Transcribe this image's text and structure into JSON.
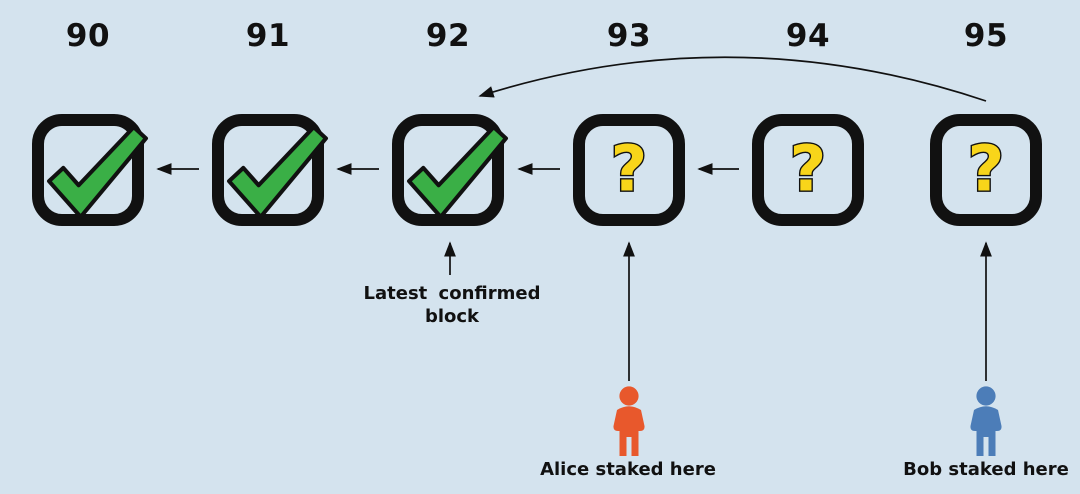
{
  "blocks": [
    {
      "number": "90",
      "status": "confirmed"
    },
    {
      "number": "91",
      "status": "confirmed"
    },
    {
      "number": "92",
      "status": "confirmed"
    },
    {
      "number": "93",
      "status": "unconfirmed"
    },
    {
      "number": "94",
      "status": "unconfirmed"
    },
    {
      "number": "95",
      "status": "unconfirmed"
    }
  ],
  "icons": {
    "question_glyph": "?",
    "confirmed_icon": "checkmark-icon",
    "actor_icon": "person-icon"
  },
  "labels": {
    "latest_confirmed_line1": "Latest confirmed",
    "latest_confirmed_line2": "block",
    "alice": "Alice staked here",
    "bob": "Bob staked here"
  },
  "colors": {
    "background": "#d4e3ee",
    "outline": "#111111",
    "check_green": "#3aaf46",
    "question_yellow": "#f8d51a",
    "alice_orange": "#e8582c",
    "bob_blue": "#4c7db8"
  }
}
